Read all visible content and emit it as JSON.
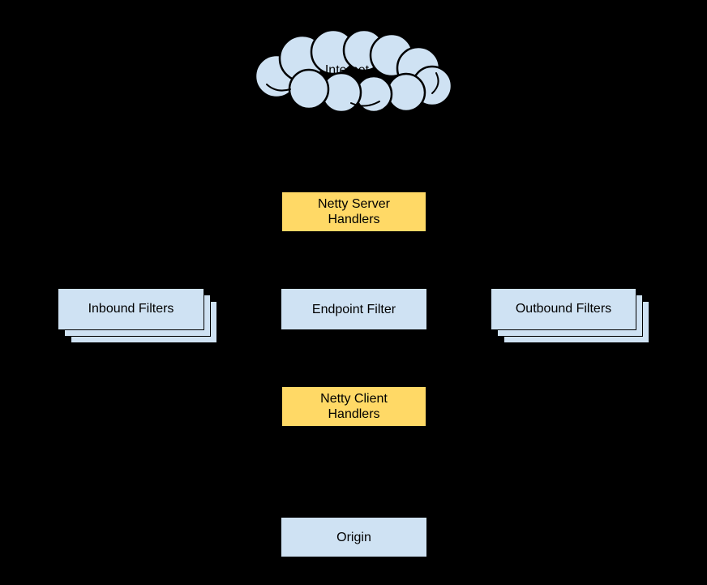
{
  "diagram": {
    "colors": {
      "background": "#000000",
      "node_fill": "#cfe2f3",
      "handler_fill": "#ffd966",
      "border": "#000000",
      "text_color": "#000000"
    },
    "nodes": {
      "internet": {
        "label": "Internet"
      },
      "netty_server_handlers": {
        "label": "Netty Server Handlers"
      },
      "inbound_filters": {
        "label": "Inbound Filters"
      },
      "endpoint_filter": {
        "label": "Endpoint Filter"
      },
      "outbound_filters": {
        "label": "Outbound Filters"
      },
      "netty_client_handlers": {
        "label": "Netty Client Handlers"
      },
      "origin": {
        "label": "Origin"
      }
    }
  }
}
